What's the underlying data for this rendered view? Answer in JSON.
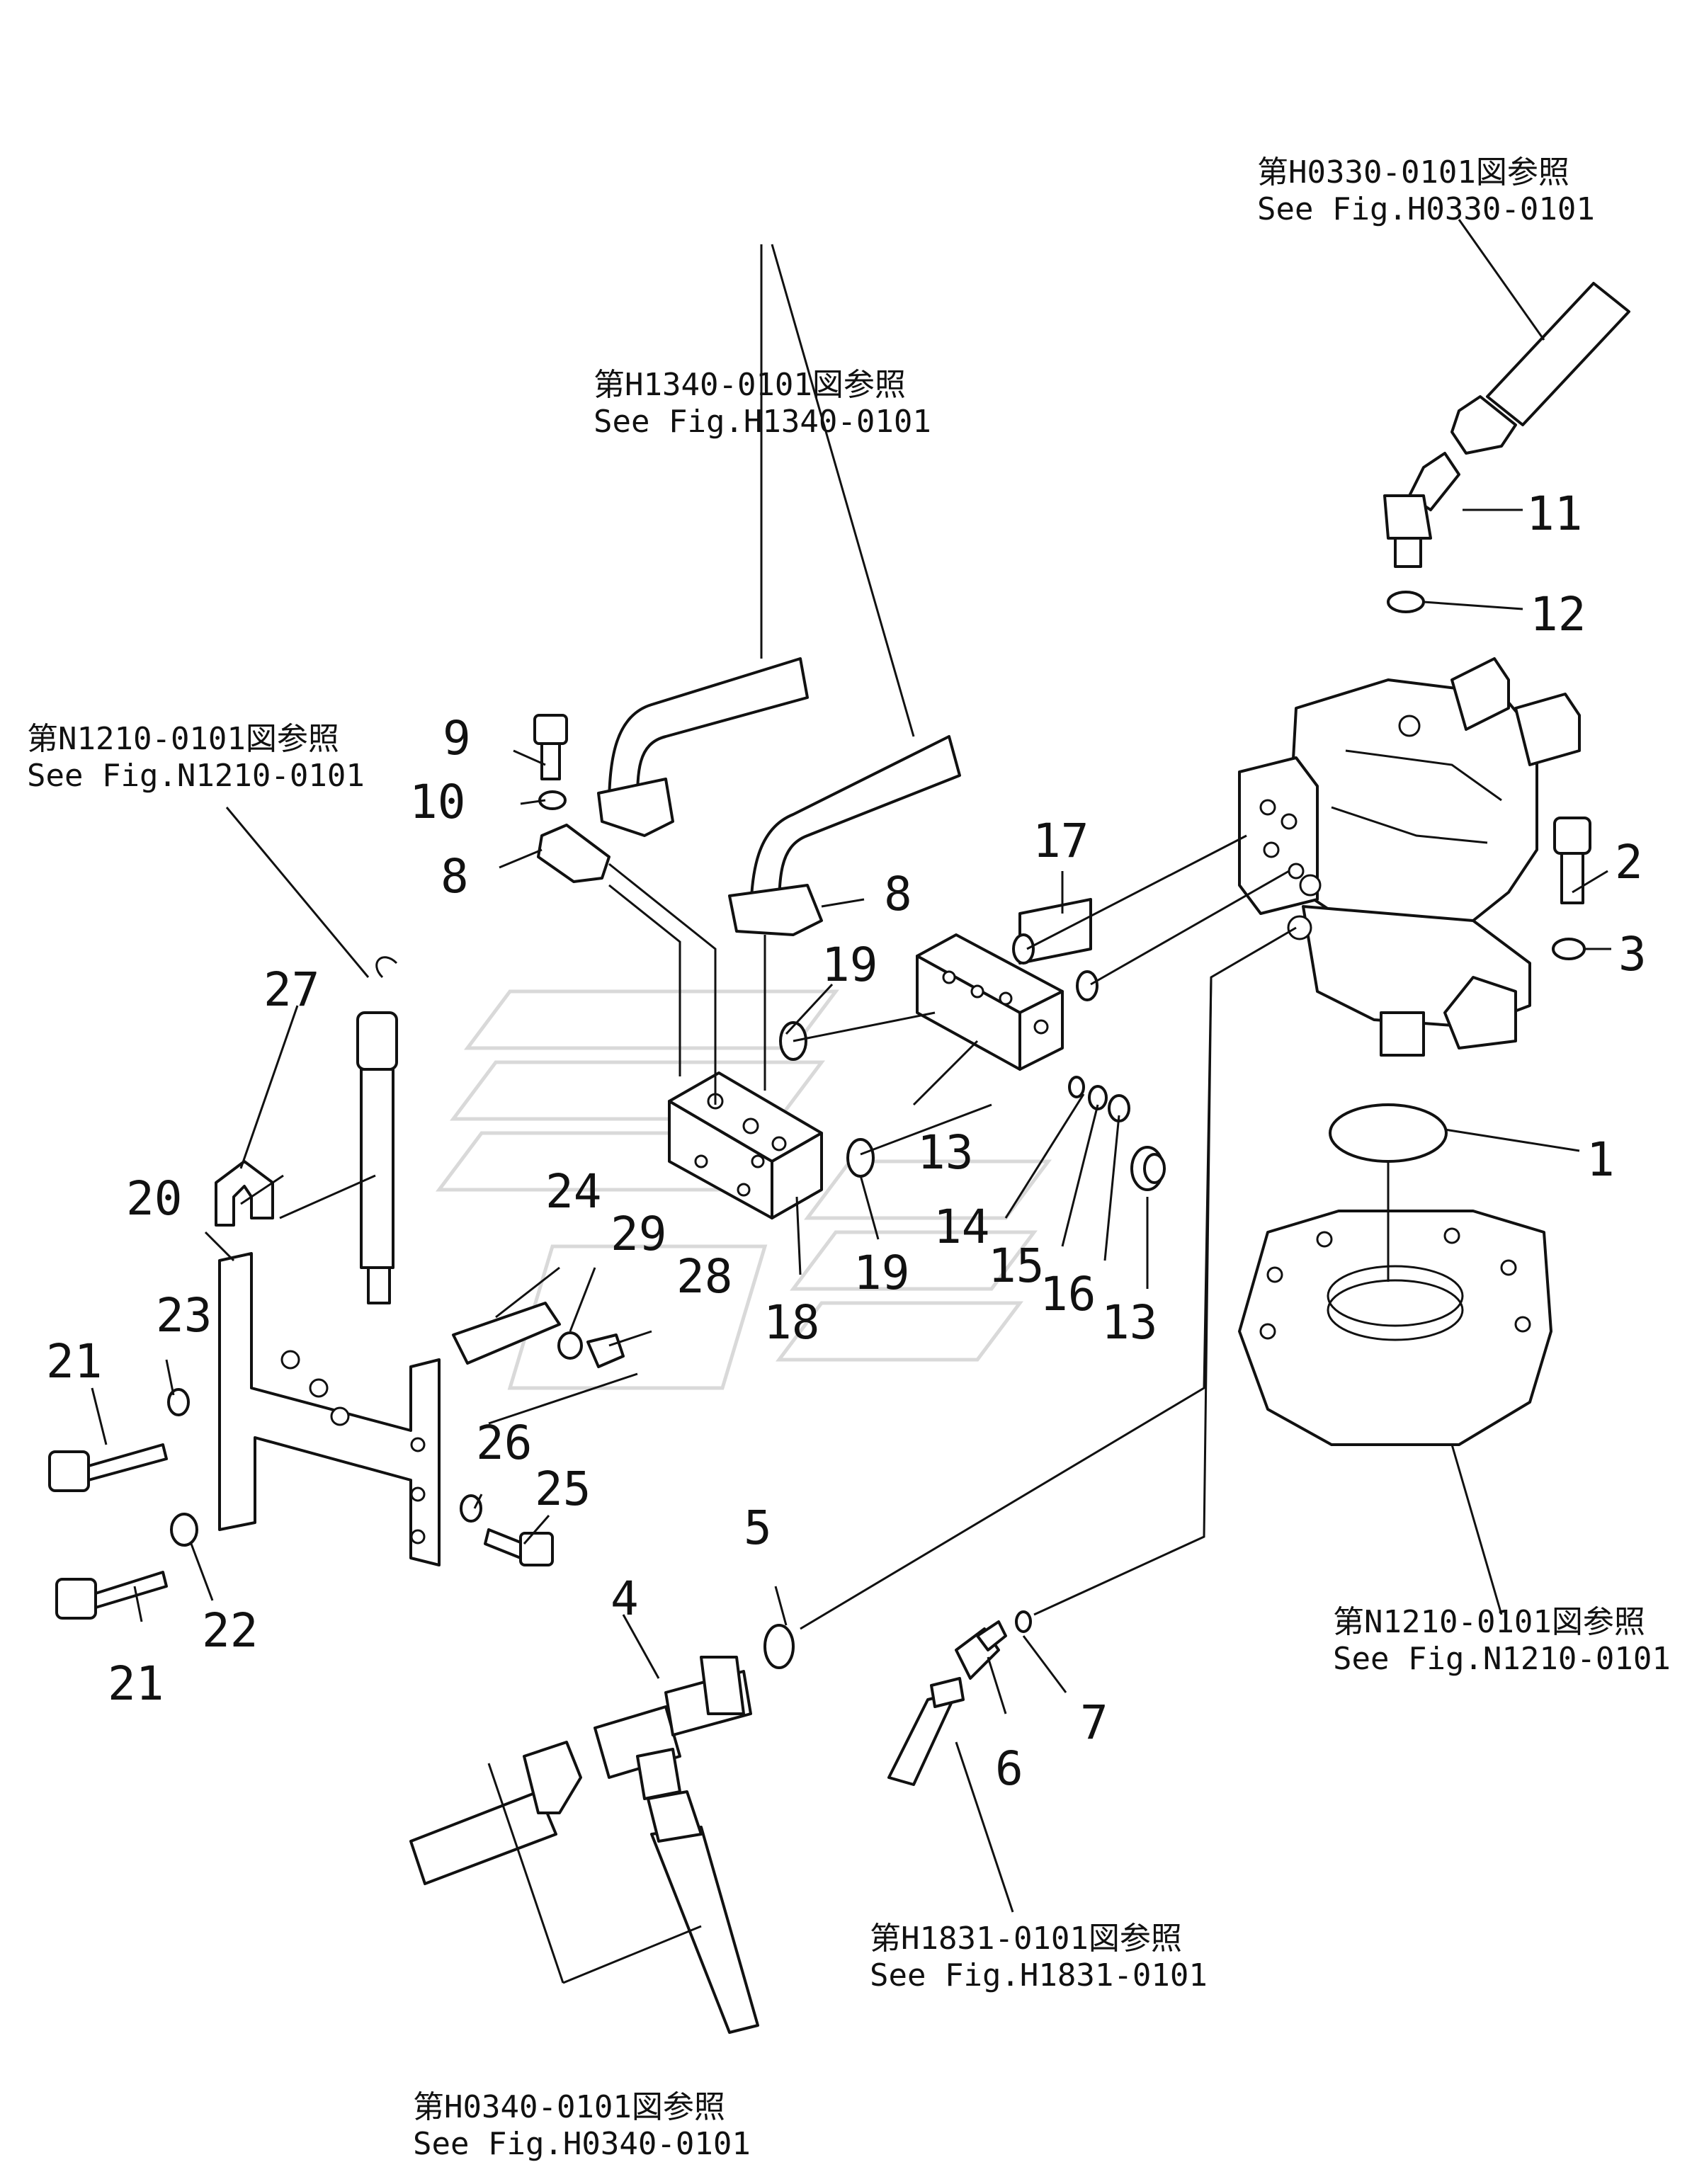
{
  "references": {
    "h0330": {
      "jp": "第H0330-0101図参照",
      "en": "See Fig.H0330-0101"
    },
    "h1340": {
      "jp": "第H1340-0101図参照",
      "en": "See Fig.H1340-0101"
    },
    "n1210_left": {
      "jp": "第N1210-0101図参照",
      "en": "See Fig.N1210-0101"
    },
    "n1210_right": {
      "jp": "第N1210-0101図参照",
      "en": "See Fig.N1210-0101"
    },
    "h1831": {
      "jp": "第H1831-0101図参照",
      "en": "See Fig.H1831-0101"
    },
    "h0340": {
      "jp": "第H0340-0101図参照",
      "en": "See Fig.H0340-0101"
    }
  },
  "callouts": {
    "c1": "1",
    "c2": "2",
    "c3": "3",
    "c4": "4",
    "c5": "5",
    "c6": "6",
    "c7": "7",
    "c8a": "8",
    "c8b": "8",
    "c9": "9",
    "c10": "10",
    "c11": "11",
    "c12": "12",
    "c13a": "13",
    "c13b": "13",
    "c14": "14",
    "c15": "15",
    "c16": "16",
    "c17": "17",
    "c18": "18",
    "c19a": "19",
    "c19b": "19",
    "c20": "20",
    "c21a": "21",
    "c21b": "21",
    "c22": "22",
    "c23": "23",
    "c24": "24",
    "c25": "25",
    "c26": "26",
    "c27": "27",
    "c28": "28",
    "c29": "29"
  }
}
